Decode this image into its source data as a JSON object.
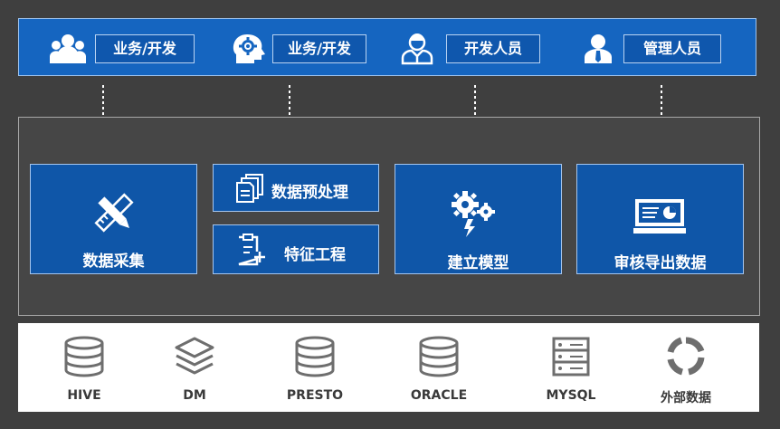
{
  "roles": [
    {
      "icon": "users-group-icon",
      "label": "业务/开发"
    },
    {
      "icon": "head-gear-icon",
      "label": "业务/开发"
    },
    {
      "icon": "engineer-icon",
      "label": "开发人员"
    },
    {
      "icon": "manager-icon",
      "label": "管理人员"
    }
  ],
  "steps": {
    "collect": {
      "icon": "pencil-ruler-icon",
      "label": "数据采集"
    },
    "preprocess": {
      "icon": "documents-icon",
      "label": "数据预处理"
    },
    "feature": {
      "icon": "clipboard-add-icon",
      "label": "特征工程"
    },
    "model": {
      "icon": "gears-bolt-icon",
      "label": "建立模型"
    },
    "review": {
      "icon": "monitor-chart-icon",
      "label": "审核导出数据"
    }
  },
  "sources": [
    {
      "icon": "database-icon",
      "label": "HIVE"
    },
    {
      "icon": "layers-icon",
      "label": "DM"
    },
    {
      "icon": "database-icon",
      "label": "PRESTO"
    },
    {
      "icon": "database-icon",
      "label": "ORACLE"
    },
    {
      "icon": "server-icon",
      "label": "MYSQL"
    },
    {
      "icon": "ring-segments-icon",
      "label": "外部数据"
    }
  ],
  "colors": {
    "role_bar": "#1565c0",
    "step_box": "#0f56a8",
    "frame_bg": "#3f3f3f",
    "source_icon": "#6e6e6e"
  }
}
